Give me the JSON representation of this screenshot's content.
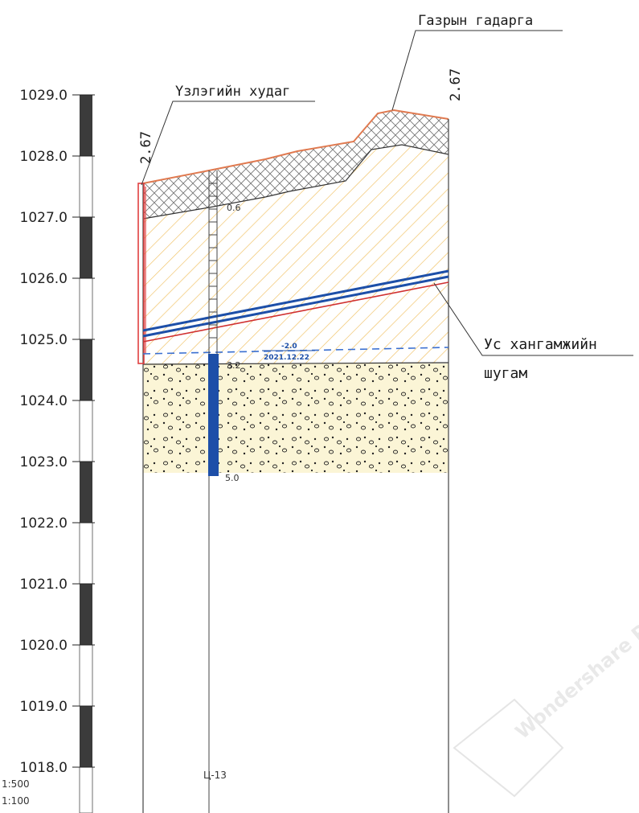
{
  "labels": {
    "surface": "Газрын гадарга",
    "well": "Үзлэгийн худаг",
    "pipe_line1": "Ус хангамжийн",
    "pipe_line2": "шугам",
    "left_width": "2.67",
    "right_width": "2.67",
    "depth_top": "0.6",
    "depth_mid": "3.2",
    "depth_bottom": "5.0",
    "water_level": "-2.0",
    "water_date": "2021.12.22",
    "borehole_id": "Ц-13"
  },
  "scale": {
    "horizontal": "1:500",
    "vertical": "1:100"
  },
  "elevation_ticks": [
    "1029.0",
    "1028.0",
    "1027.0",
    "1026.0",
    "1025.0",
    "1024.0",
    "1023.0",
    "1022.0",
    "1021.0",
    "1020.0",
    "1019.0",
    "1018.0"
  ],
  "watermark": "Wondershare PDFelement",
  "colors": {
    "surface_line": "#e07a50",
    "pipe": "#1d4fa8",
    "pipe_outline": "#d03030",
    "well_outline": "#e04040",
    "loam_hatch": "#f0c060",
    "gravel_fill": "#fbf5d6",
    "water_level": "#3a6fd0"
  }
}
